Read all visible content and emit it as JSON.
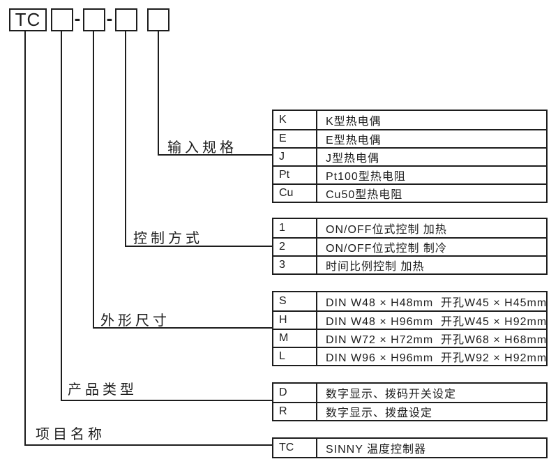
{
  "colors": {
    "line": "#1d1d1d",
    "background": "#ffffff"
  },
  "model_code": {
    "prefix": "TC",
    "separator": "-",
    "blank_boxes": 4
  },
  "segments": {
    "input_spec": {
      "label": "输入规格",
      "rows": [
        {
          "code": "K",
          "desc": "K型热电偶"
        },
        {
          "code": "E",
          "desc": "E型热电偶"
        },
        {
          "code": "J",
          "desc": "J型热电偶"
        },
        {
          "code": "Pt",
          "desc": "Pt100型热电阻"
        },
        {
          "code": "Cu",
          "desc": "Cu50型热电阻"
        }
      ]
    },
    "control_mode": {
      "label": "控制方式",
      "rows": [
        {
          "code": "1",
          "desc": "ON/OFF位式控制 加热"
        },
        {
          "code": "2",
          "desc": "ON/OFF位式控制 制冷"
        },
        {
          "code": "3",
          "desc": "时间比例控制 加热"
        }
      ]
    },
    "dimensions": {
      "label": "外形尺寸",
      "rows": [
        {
          "code": "S",
          "desc": "DIN W48 × H48mm  开孔W45 × H45mm"
        },
        {
          "code": "H",
          "desc": "DIN W48 × H96mm  开孔W45 × H92mm"
        },
        {
          "code": "M",
          "desc": "DIN W72 × H72mm  开孔W68 × H68mm"
        },
        {
          "code": "L",
          "desc": "DIN W96 × H96mm  开孔W92 × H92mm"
        }
      ]
    },
    "product_type": {
      "label": "产品类型",
      "rows": [
        {
          "code": "D",
          "desc": "数字显示、拨码开关设定"
        },
        {
          "code": "R",
          "desc": "数字显示、拨盘设定"
        }
      ]
    },
    "project_name": {
      "label": "项目名称",
      "rows": [
        {
          "code": "TC",
          "desc": "SINNY 温度控制器"
        }
      ]
    }
  }
}
